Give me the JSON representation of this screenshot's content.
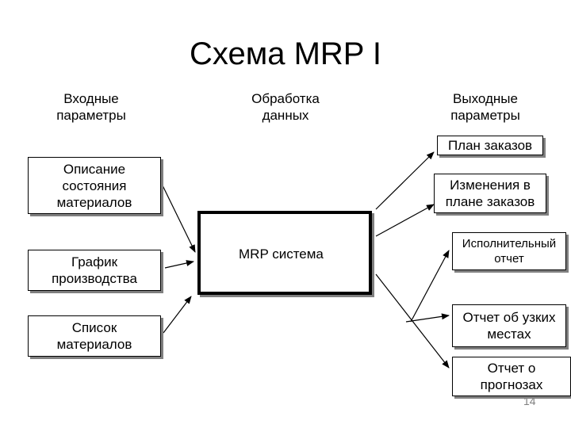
{
  "title": "Схема MRP I",
  "columns": {
    "input": [
      "Входные",
      "параметры"
    ],
    "processing": [
      "Обработка",
      "данных"
    ],
    "output": [
      "Выходные",
      "параметры"
    ]
  },
  "inputs": [
    [
      "Описание",
      "состояния",
      "материалов"
    ],
    [
      "График",
      "производства"
    ],
    [
      "Список",
      "материалов"
    ]
  ],
  "center": "MRP система",
  "outputs": [
    [
      "План заказов"
    ],
    [
      "Изменения в",
      "плане заказов"
    ],
    [
      "Исполнительный",
      "отчет"
    ],
    [
      "Отчет об узких",
      "местах"
    ],
    [
      "Отчет о",
      "прогнозах"
    ]
  ],
  "page_number": "14"
}
